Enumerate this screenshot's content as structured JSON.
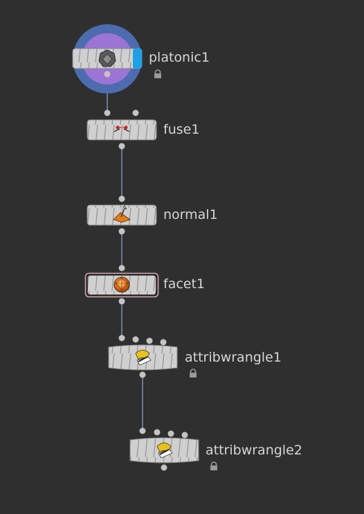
{
  "network": {
    "colors": {
      "background": "#2f2f2f",
      "node_body": "#d0d0d0",
      "node_stripe": "#9a9a9a",
      "connector": "#c4c4c4",
      "wire": "#7f93b3",
      "label": "#d6d6d6",
      "display_flag": "#1ea0e8",
      "render_ring_outer": "#4d6cb0",
      "render_ring_inner": "#9c74d6",
      "selected_outline": "#d7a8b0",
      "lock": "#9a9a9a"
    },
    "nodes": [
      {
        "id": "platonic",
        "name": "platonic1",
        "icon": "platonic-solid-icon",
        "display_flag": true,
        "render_flag": true,
        "locked": true
      },
      {
        "id": "fuse",
        "name": "fuse1",
        "icon": "fuse-points-icon",
        "locked": false
      },
      {
        "id": "normal",
        "name": "normal1",
        "icon": "normal-vector-icon",
        "locked": false
      },
      {
        "id": "facet",
        "name": "facet1",
        "icon": "facet-sphere-icon",
        "selected": true,
        "locked": false
      },
      {
        "id": "wrangle1",
        "name": "attribwrangle1",
        "icon": "attribwrangle-icon",
        "locked": true
      },
      {
        "id": "wrangle2",
        "name": "attribwrangle2",
        "icon": "attribwrangle-icon",
        "locked": true
      }
    ]
  }
}
